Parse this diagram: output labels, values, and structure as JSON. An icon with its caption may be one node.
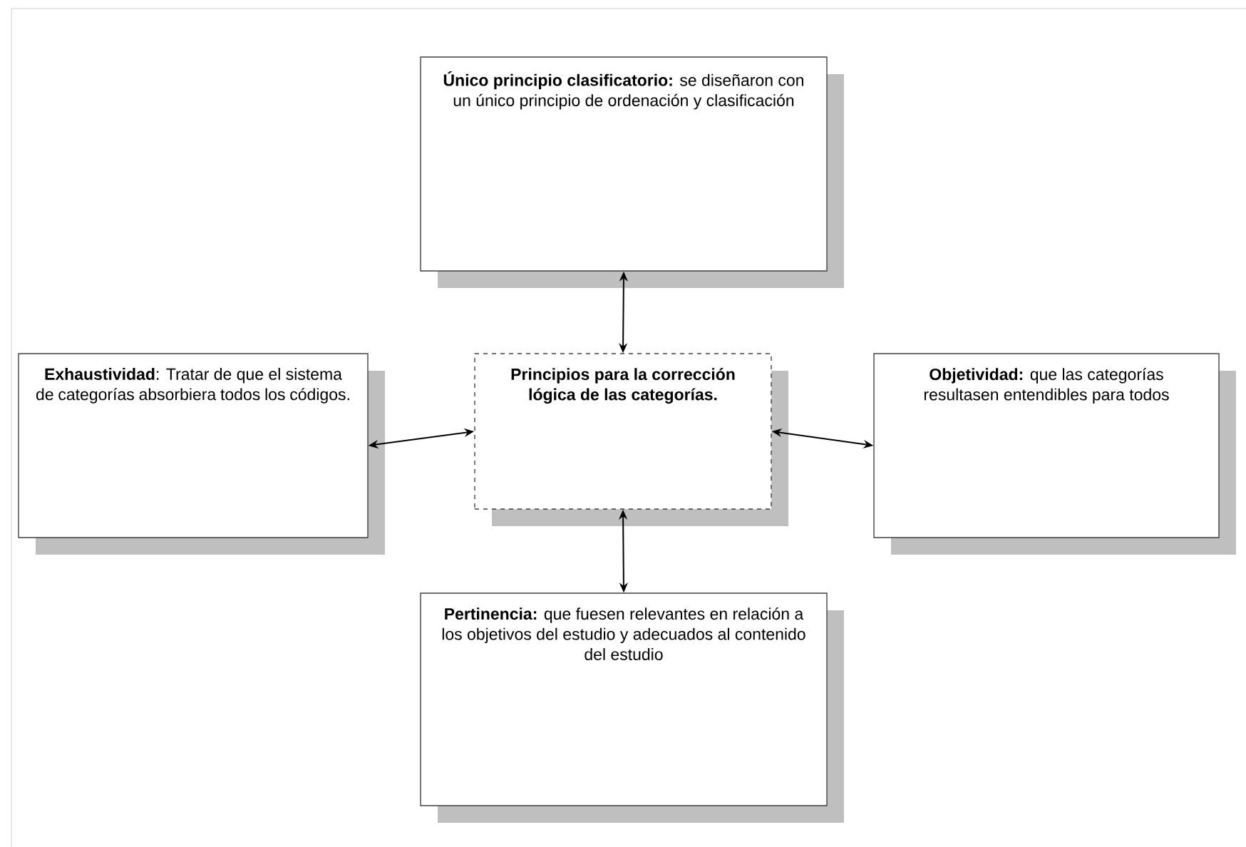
{
  "diagram": {
    "nodes": [
      {
        "text": [
          "**Único principio clasificatorio:** se diseñaron con un único principio de ordenación y clasificación"
        ]
      },
      {
        "text": [
          "**Exhaustividad**: Tratar de que el sistema de categorías absorbiera todos los códigos."
        ]
      },
      {
        "text": [
          "Principios para la corrección lógica de las categorías."
        ]
      },
      {
        "text": [
          "**Objetividad:** que las categorías resultasen entendibles para todos"
        ]
      },
      {
        "text": [
          "**Pertinencia:** que fuesen relevantes en relación a los objetivos del estudio y adecuados al contenido del estudio"
        ]
      }
    ],
    "edges": [
      {
        "from": 2,
        "to": 0,
        "arrow": "both"
      },
      {
        "from": 2,
        "to": 1,
        "arrow": "both"
      },
      {
        "from": 2,
        "to": 3,
        "arrow": "both"
      },
      {
        "from": 2,
        "to": 4,
        "arrow": "both"
      }
    ]
  }
}
